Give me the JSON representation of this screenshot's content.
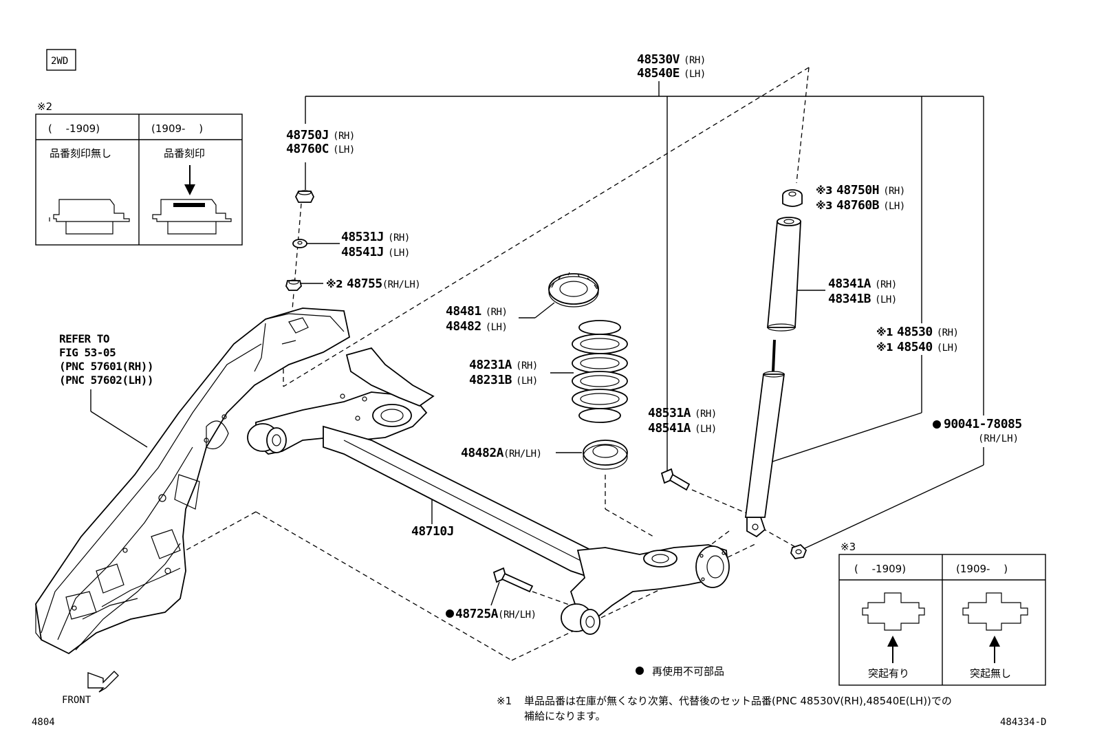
{
  "badge_2wd": "2WD",
  "note2": {
    "mark": "※2",
    "col1_header": "(　 -1909)",
    "col2_header": "(1909- 　)",
    "col1_text": "品番刻印無し",
    "col2_text": "品番刻印"
  },
  "note3": {
    "mark": "※3",
    "col1_header": "(　 -1909)",
    "col2_header": "(1909- 　)",
    "col1_text": "突起有り",
    "col2_text": "突起無し"
  },
  "refer": {
    "line1": "REFER TO",
    "line2": "FIG 53-05",
    "line3": "(PNC 57601(RH))",
    "line4": "(PNC 57602(LH))"
  },
  "parts": {
    "p48530V": "48530V",
    "p48530V_side": "(RH)",
    "p48540E": "48540E",
    "p48540E_side": "(LH)",
    "p48750J": "48750J",
    "p48750J_side": "(RH)",
    "p48760C": "48760C",
    "p48760C_side": "(LH)",
    "p48531J": "48531J",
    "p48531J_side": "(RH)",
    "p48541J": "48541J",
    "p48541J_side": "(LH)",
    "p48755_mark": "※2",
    "p48755": "48755",
    "p48755_side": "(RH/LH)",
    "p48481": "48481",
    "p48481_side": "(RH)",
    "p48482": "48482",
    "p48482_side": "(LH)",
    "p48231A": "48231A",
    "p48231A_side": "(RH)",
    "p48231B": "48231B",
    "p48231B_side": "(LH)",
    "p48482A": "48482A",
    "p48482A_side": "(RH/LH)",
    "p48750H_mark": "※3",
    "p48750H": "48750H",
    "p48750H_side": "(RH)",
    "p48760B_mark": "※3",
    "p48760B": "48760B",
    "p48760B_side": "(LH)",
    "p48341A": "48341A",
    "p48341A_side": "(RH)",
    "p48341B": "48341B",
    "p48341B_side": "(LH)",
    "p48530_mark": "※1",
    "p48530": "48530",
    "p48530_side": "(RH)",
    "p48540_mark": "※1",
    "p48540": "48540",
    "p48540_side": "(LH)",
    "p48531A": "48531A",
    "p48531A_side": "(RH)",
    "p48541A": "48541A",
    "p48541A_side": "(LH)",
    "p90041": "90041-78085",
    "p90041_side": "(RH/LH)",
    "p48710J": "48710J",
    "p48725A": "48725A",
    "p48725A_side": "(RH/LH)"
  },
  "legend_nonreuse": "再使用不可部品",
  "footnote": {
    "mark": "※1",
    "line1": "単品品番は在庫が無くなり次第、代替後のセット品番(PNC 48530V(RH),48540E(LH))での",
    "line2": "補給になります。"
  },
  "front_label": "FRONT",
  "page_code": "4804",
  "figure_code": "484334-D"
}
